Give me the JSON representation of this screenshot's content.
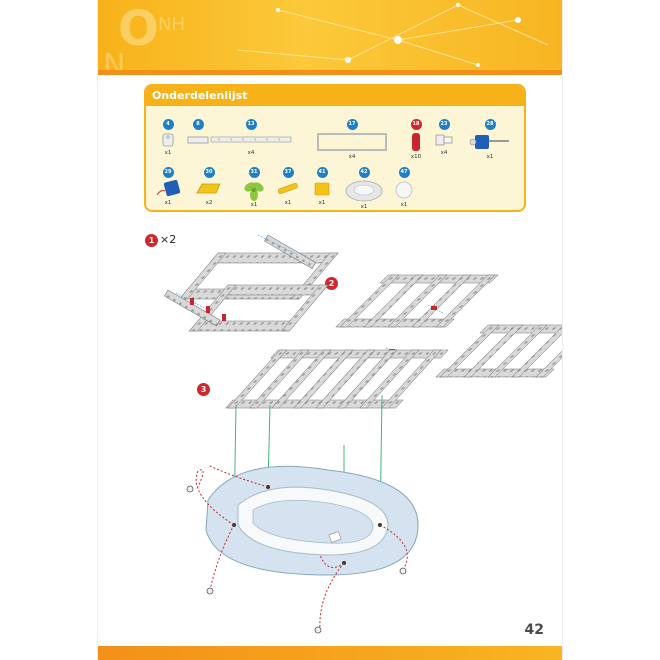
{
  "parts_list": {
    "title": "Onderdelenlijst",
    "row1": [
      {
        "num": "4",
        "qty": "x1",
        "icon": "connector-icon"
      },
      {
        "num": "8",
        "qty": "",
        "icon": "short-beam-icon"
      },
      {
        "num": "13",
        "qty": "x4",
        "icon": "long-beam-icon"
      },
      {
        "num": "17",
        "qty": "x4",
        "icon": "frame-icon"
      },
      {
        "num": "18",
        "qty": "x10",
        "icon": "red-pin-icon",
        "red": true
      },
      {
        "num": "23",
        "qty": "x4",
        "icon": "joint-icon"
      },
      {
        "num": "28",
        "qty": "x1",
        "icon": "motor-icon"
      }
    ],
    "row2": [
      {
        "num": "29",
        "qty": "x1",
        "icon": "battery-box-icon"
      },
      {
        "num": "30",
        "qty": "x2",
        "icon": "yellow-block-icon"
      },
      {
        "num": "31",
        "qty": "x1",
        "icon": "propeller-icon"
      },
      {
        "num": "37",
        "qty": "x1",
        "icon": "axle-icon"
      },
      {
        "num": "41",
        "qty": "x1",
        "icon": "yellow-square-icon"
      },
      {
        "num": "42",
        "qty": "x1",
        "icon": "base-plate-icon"
      },
      {
        "num": "47",
        "qty": "x1",
        "icon": "ball-icon"
      }
    ]
  },
  "steps": {
    "step1": {
      "label": "1",
      "multiplier": "×2"
    },
    "step2": {
      "label": "2"
    },
    "step3": {
      "label": "3"
    }
  },
  "page_number": "42",
  "colors": {
    "accent": "#f7b21a",
    "step": "#d0262e",
    "part_num": "#1e7fc6"
  }
}
